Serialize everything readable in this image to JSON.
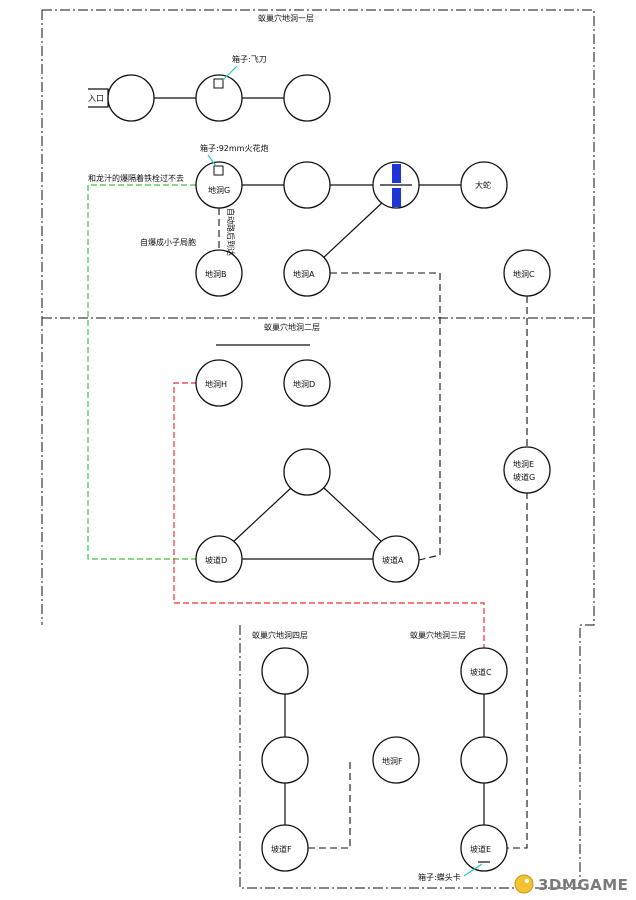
{
  "floors": {
    "floor1": "蚁巢穴地洞一层",
    "floor2": "蚁巢穴地洞二层",
    "floor3": "蚁巢穴地洞三层",
    "floor4": "蚁巢穴地洞四层"
  },
  "labels": {
    "entrance": "入口",
    "box_dart": "箱子:飞刀",
    "box_92mm": "箱子:92mm火花炮",
    "box_card": "箱子:蝶头卡",
    "green_note": "和龙汁的爆隔着铁栓过不去",
    "auto_blast": "自爆成小子局胞",
    "vert_note": "自动路后到达",
    "boss": "大蛇"
  },
  "nodes": {
    "cave_g": "地洞G",
    "cave_b": "地洞B",
    "cave_a": "地洞A",
    "cave_h": "地洞H",
    "cave_c": "地洞C",
    "cave_d": "地洞D",
    "cave_eg": [
      "地洞E",
      "坡道G"
    ],
    "ramp_d": "坡道D",
    "ramp_a": "坡道A",
    "ramp_c": "坡道C",
    "cave_f": "地洞F",
    "ramp_f": "坡道F",
    "ramp_e": "坡道E"
  },
  "colors": {
    "green_path": "#3ec43e",
    "red_path": "#e53333",
    "cyan_pointer": "#2ec4c4",
    "gate": "#1d35d6"
  },
  "watermark": "3DMGAME"
}
